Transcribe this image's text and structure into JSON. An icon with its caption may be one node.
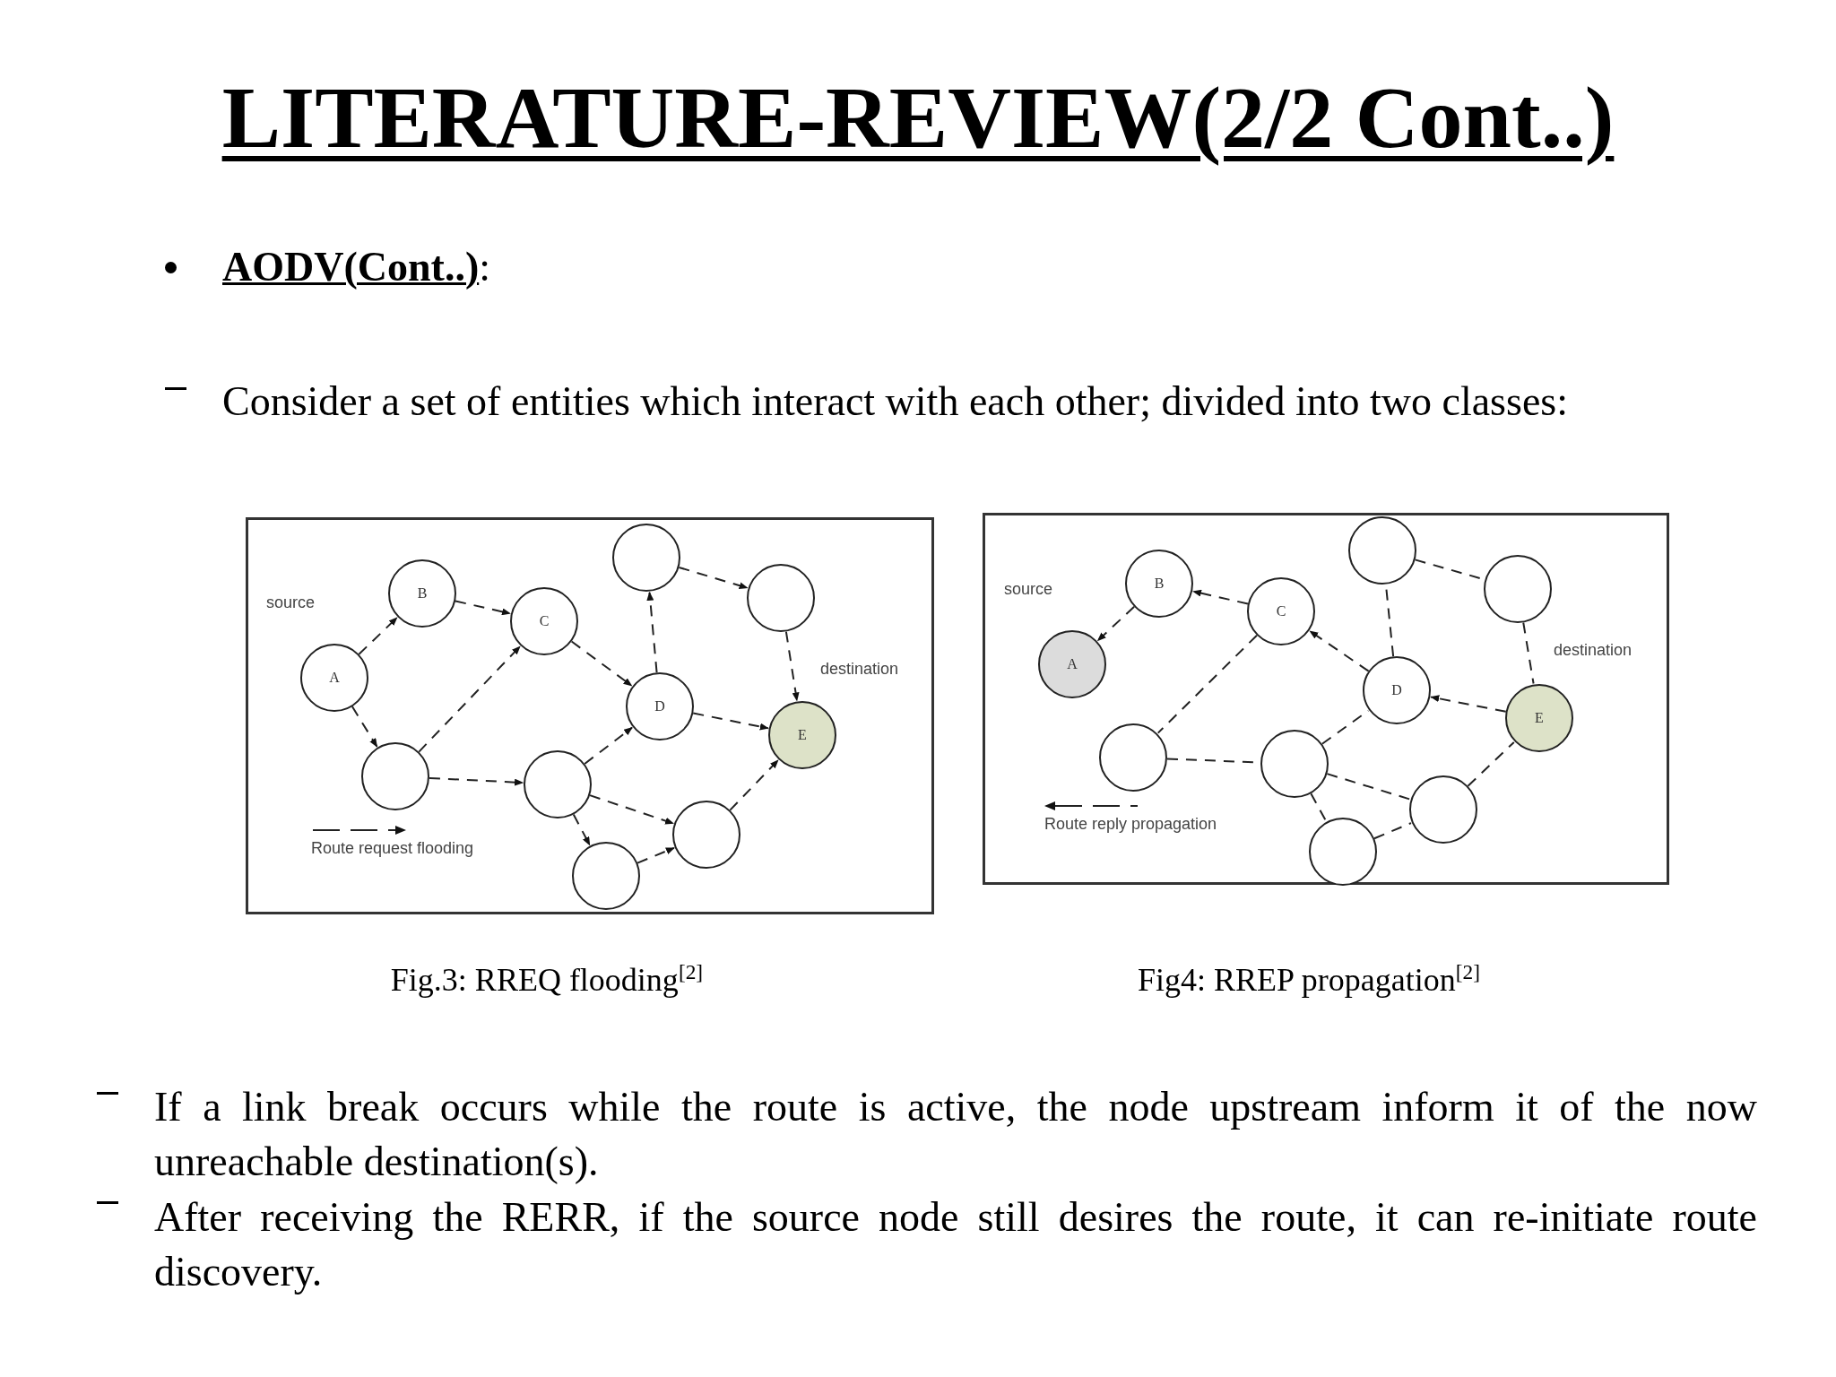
{
  "diagram": {
    "title": "LITERATURE-REVIEW(2/2 Cont..)",
    "nodes": [
      {
        "text": [],
        "shape": "box"
      },
      {
        "text": [
          "B"
        ],
        "in": 0
      },
      {
        "text": [
          "C"
        ],
        "in": 0
      },
      {
        "text": [
          "A"
        ],
        "in": 0,
        "beside": [
          "source"
        ]
      },
      {
        "text": [],
        "shape": "circle",
        "in": 0
      },
      {
        "text": [],
        "shape": "circle",
        "in": 0
      },
      {
        "text": [
          "D"
        ],
        "in": 0
      },
      {
        "text": [
          "E"
        ],
        "in": 0,
        "beside": [
          "destination"
        ]
      },
      {
        "text": [],
        "shape": "circle",
        "in": 0
      },
      {
        "text": [],
        "shape": "circle",
        "in": 0
      },
      {
        "text": [],
        "shape": "circle",
        "in": 0
      },
      {
        "text": [],
        "shape": "circle",
        "in": 0
      },
      {
        "text": [],
        "shape": "box"
      },
      {
        "text": [
          "B"
        ],
        "in": 12
      },
      {
        "text": [
          "C"
        ],
        "in": 12
      },
      {
        "text": [
          "A"
        ],
        "in": 12,
        "beside": [
          "source"
        ]
      },
      {
        "text": [],
        "shape": "circle",
        "in": 12
      },
      {
        "text": [],
        "shape": "circle",
        "in": 12
      },
      {
        "text": [
          "D"
        ],
        "in": 12
      },
      {
        "text": [
          "E"
        ],
        "in": 12,
        "beside": [
          "destination"
        ]
      },
      {
        "text": [],
        "shape": "circle",
        "in": 12
      },
      {
        "text": [],
        "shape": "circle",
        "in": 12
      },
      {
        "text": [],
        "shape": "circle",
        "in": 12
      },
      {
        "text": [],
        "shape": "circle",
        "in": 12
      }
    ],
    "edges": [
      {
        "from": 3,
        "to": 1,
        "arrow": "to",
        "style": "dashed"
      },
      {
        "from": 3,
        "to": 8,
        "arrow": "to",
        "style": "dashed"
      },
      {
        "from": 1,
        "to": 2,
        "arrow": "to",
        "style": "dashed"
      },
      {
        "from": 8,
        "to": 2,
        "arrow": "to",
        "style": "dashed"
      },
      {
        "from": 8,
        "to": 9,
        "arrow": "to",
        "style": "dashed"
      },
      {
        "from": 2,
        "to": 6,
        "arrow": "to",
        "style": "dashed"
      },
      {
        "from": 6,
        "to": 4,
        "arrow": "to",
        "style": "dashed"
      },
      {
        "from": 4,
        "to": 5,
        "arrow": "to",
        "style": "dashed"
      },
      {
        "from": 5,
        "to": 7,
        "arrow": "to",
        "style": "dashed"
      },
      {
        "from": 6,
        "to": 7,
        "arrow": "to",
        "style": "dashed"
      },
      {
        "from": 9,
        "to": 6,
        "arrow": "to",
        "style": "dashed"
      },
      {
        "from": 9,
        "to": 10,
        "arrow": "to",
        "style": "dashed"
      },
      {
        "from": 9,
        "to": 11,
        "arrow": "to",
        "style": "dashed"
      },
      {
        "from": 11,
        "to": 10,
        "arrow": "to",
        "style": "dashed"
      },
      {
        "from": 10,
        "to": 7,
        "arrow": "to",
        "style": "dashed"
      },
      {
        "from": 19,
        "to": 18,
        "arrow": "to",
        "style": "dashed"
      },
      {
        "from": 18,
        "to": 14,
        "arrow": "to",
        "style": "dashed"
      },
      {
        "from": 14,
        "to": 13,
        "arrow": "to",
        "style": "dashed"
      },
      {
        "from": 13,
        "to": 15,
        "arrow": "to",
        "style": "dashed"
      },
      {
        "from": 14,
        "to": 20,
        "arrow": "none",
        "style": "dashed"
      },
      {
        "from": 20,
        "to": 21,
        "arrow": "none",
        "style": "dashed"
      },
      {
        "from": 21,
        "to": 18,
        "arrow": "none",
        "style": "dashed"
      },
      {
        "from": 18,
        "to": 16,
        "arrow": "none",
        "style": "dashed"
      },
      {
        "from": 16,
        "to": 17,
        "arrow": "none",
        "style": "dashed"
      },
      {
        "from": 17,
        "to": 19,
        "arrow": "none",
        "style": "dashed"
      },
      {
        "from": 21,
        "to": 22,
        "arrow": "none",
        "style": "dashed"
      },
      {
        "from": 22,
        "to": 19,
        "arrow": "none",
        "style": "dashed"
      },
      {
        "from": 21,
        "to": 23,
        "arrow": "none",
        "style": "dashed"
      },
      {
        "from": 23,
        "to": 22,
        "arrow": "none",
        "style": "dashed"
      }
    ],
    "labels": [
      "**AODV(Cont..)**:",
      "Consider a set of entities which interact with each other; divided into two classes:",
      "Fig.3: RREQ flooding$^{[2]}$",
      "Fig4: RREP propagation$^{[2]}$",
      "If a link break occurs while the route is active, the node upstream inform it of the now unreachable destination(s).",
      "After receiving the RERR, if the source node still desires the route, it can re-initiate route discovery."
    ],
    "legend": [
      {
        "text": "Route request flooding"
      },
      {
        "text": "Route reply propagation"
      }
    ]
  }
}
